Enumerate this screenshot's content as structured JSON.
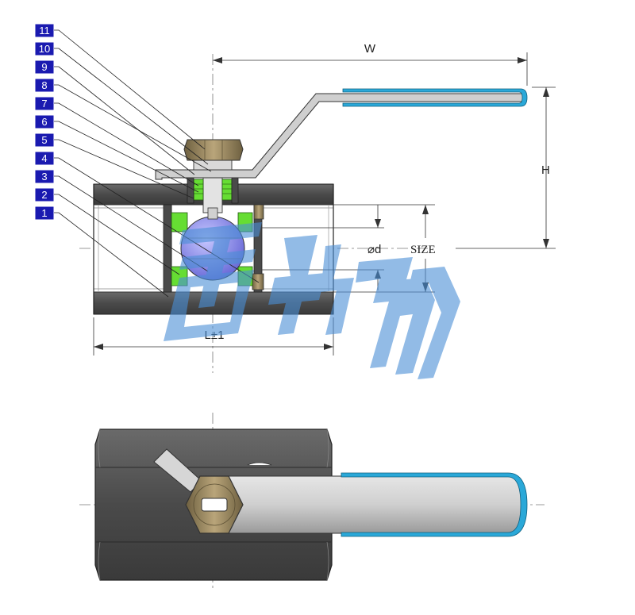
{
  "part_numbers": [
    "11",
    "10",
    "9",
    "8",
    "7",
    "6",
    "5",
    "4",
    "3",
    "2",
    "1"
  ],
  "dimensions": {
    "width": "W",
    "height": "H",
    "bore": "⌀d",
    "size": "SIZE",
    "length": "L±1"
  },
  "watermark": "雷纳",
  "colors": {
    "body": "#555555",
    "handle": "#c8c8c8",
    "grip": "#2aa8d8",
    "ball": "#8f8fe8",
    "seat": "#66dd33",
    "nut": "#8a7a55",
    "label_bg": "#1a1ab0",
    "watermark": "#4a8fd6"
  }
}
